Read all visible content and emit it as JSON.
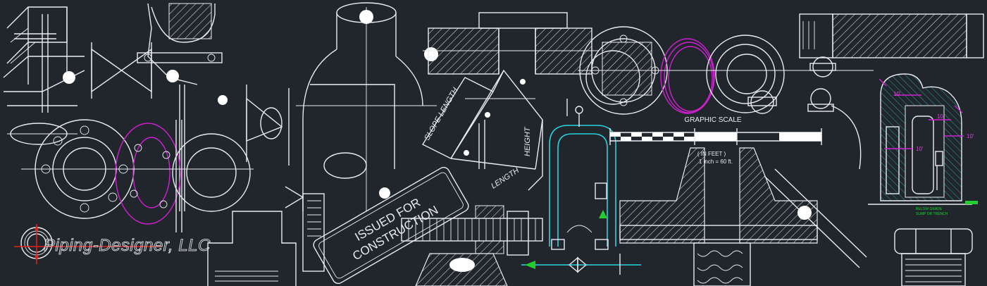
{
  "brand": {
    "logo_text": "Piping-Designer, LLC",
    "logo_ring_color": "#e02020"
  },
  "labels": {
    "slope_length": "SLOPE  LENGTH",
    "height": "HEIGHT",
    "length": "LENGTH",
    "issued_line1": "ISSUED FOR",
    "issued_line2": "CONSTRUCTION",
    "graphic_scale": "GRAPHIC SCALE",
    "in_feet": "( IN FEET )",
    "scale_ratio": "1 inch = 60 ft.",
    "dim_10_a": "10'",
    "dim_10_b": "10'",
    "dim_10_c": "10'",
    "dim_10_d": "10'",
    "below_grade": "BELOW GRADE",
    "sump_trench": "SUMP OR TRENCH"
  },
  "colors": {
    "background": "#21262d",
    "line_work": "#e9ecef",
    "gasket_magenta": "#d020d0",
    "pipe_cyan": "#2ad4dc",
    "arrow_green": "#22cc33",
    "hatch_teal": "#1e6e70"
  }
}
